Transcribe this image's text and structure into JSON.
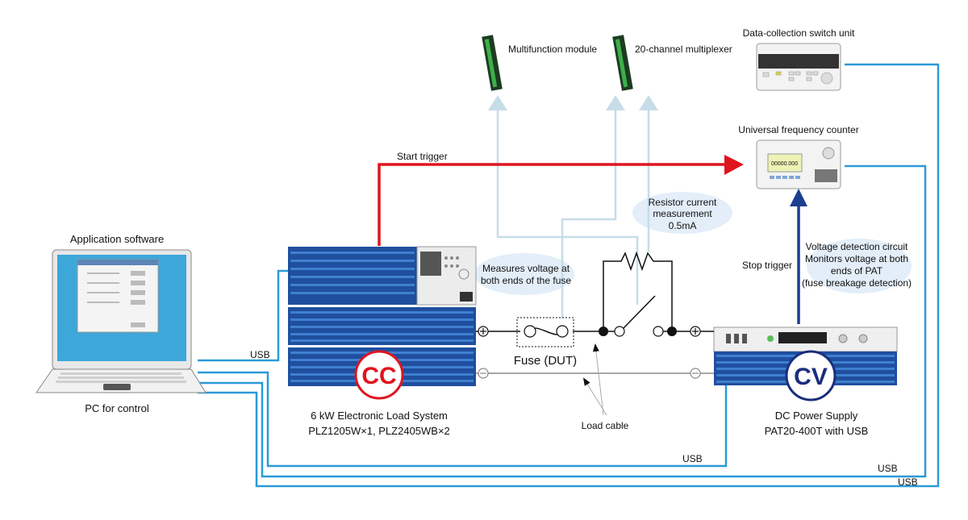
{
  "colors": {
    "usb": "#2b9ad8",
    "start_trigger": "#e0141e",
    "stop_trigger": "#1a3f8f",
    "signal": "#c6dde8",
    "bubble": "#e3eef9",
    "cc": "#e0141e",
    "cv": "#1a2e7d"
  },
  "pc": {
    "top_label": "Application software",
    "bottom_label": "PC for control"
  },
  "load": {
    "badge": "CC",
    "line1": "6 kW Electronic Load System",
    "line2": "PLZ1205W×1, PLZ2405WB×2"
  },
  "psu": {
    "badge": "CV",
    "line1": "DC Power Supply",
    "line2": "PAT20-400T with USB"
  },
  "modules": {
    "multifunction": "Multifunction module",
    "multiplexer": "20-channel multiplexer"
  },
  "instruments": {
    "switch_unit": "Data-collection switch unit",
    "counter": "Universal frequency counter",
    "counter_display": "00000.000"
  },
  "triggers": {
    "start": "Start trigger",
    "stop": "Stop trigger"
  },
  "notes": {
    "fuse_voltage": [
      "Measures voltage at",
      "both ends of the fuse"
    ],
    "resistor": [
      "Resistor current",
      "measurement",
      "0.5mA"
    ],
    "voltage_detect": [
      "Voltage detection circuit",
      "Monitors voltage at both",
      "ends of PAT",
      "(fuse breakage detection)"
    ]
  },
  "circuit": {
    "fuse_label": "Fuse (DUT)",
    "cable_label": "Load cable"
  },
  "usb_labels": [
    "USB",
    "USB",
    "USB",
    "USB"
  ]
}
